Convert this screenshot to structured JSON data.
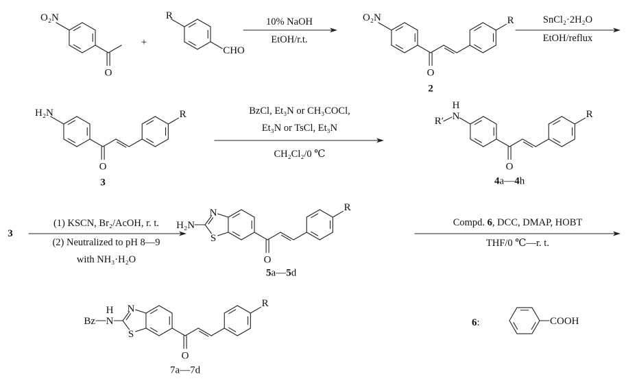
{
  "reactants": {
    "nitroacetophenone": {
      "o2n": "O₂N",
      "o": "O"
    },
    "plus": "+",
    "benzaldehyde": {
      "r": "R",
      "cho": "CHO"
    }
  },
  "step1": {
    "above": "10% NaOH",
    "below": "EtOH/r.t."
  },
  "compound2": {
    "o2n": "O₂N",
    "r": "R",
    "o": "O",
    "label": "2"
  },
  "step2": {
    "above": "SnCl₂·2H₂O",
    "below": "EtOH/reflux"
  },
  "compound3": {
    "h2n": "H₂N",
    "r": "R",
    "o": "O",
    "label": "3"
  },
  "step3": {
    "line1": "BzCl, Et₃N or CH₃COCl,",
    "line2": "Et₃N or TsCl, Et₃N",
    "below": "CH₂Cl₂/0 ℃"
  },
  "compound4": {
    "rprime": "R′",
    "n": "N",
    "h": "H",
    "r": "R",
    "o": "O",
    "label_bold1": "4",
    "label_mid": "a—",
    "label_bold2": "4",
    "label_end": "h"
  },
  "step4": {
    "start": "3",
    "line1": "(1) KSCN, Br₂/AcOH, r. t.",
    "line2": "(2) Neutralized to pH 8—9",
    "line3": "with NH₃·H₂O"
  },
  "compound5": {
    "h2n": "H₂N",
    "n": "N",
    "s": "S",
    "r": "R",
    "o": "O",
    "label_bold1": "5",
    "label_mid": "a—",
    "label_bold2": "5",
    "label_end": "d"
  },
  "step5": {
    "above_pre": "Compd. ",
    "above_bold": "6",
    "above_post": ", DCC, DMAP, HOBT",
    "below": "THF/0 ℃—r. t."
  },
  "compound7": {
    "bz": "Bz",
    "nh_n": "N",
    "nh_h": "H",
    "n": "N",
    "s": "S",
    "r": "R",
    "o": "O",
    "label": "7a—7d"
  },
  "compound6": {
    "label": "6",
    "colon": ":",
    "cooh": "COOH"
  }
}
